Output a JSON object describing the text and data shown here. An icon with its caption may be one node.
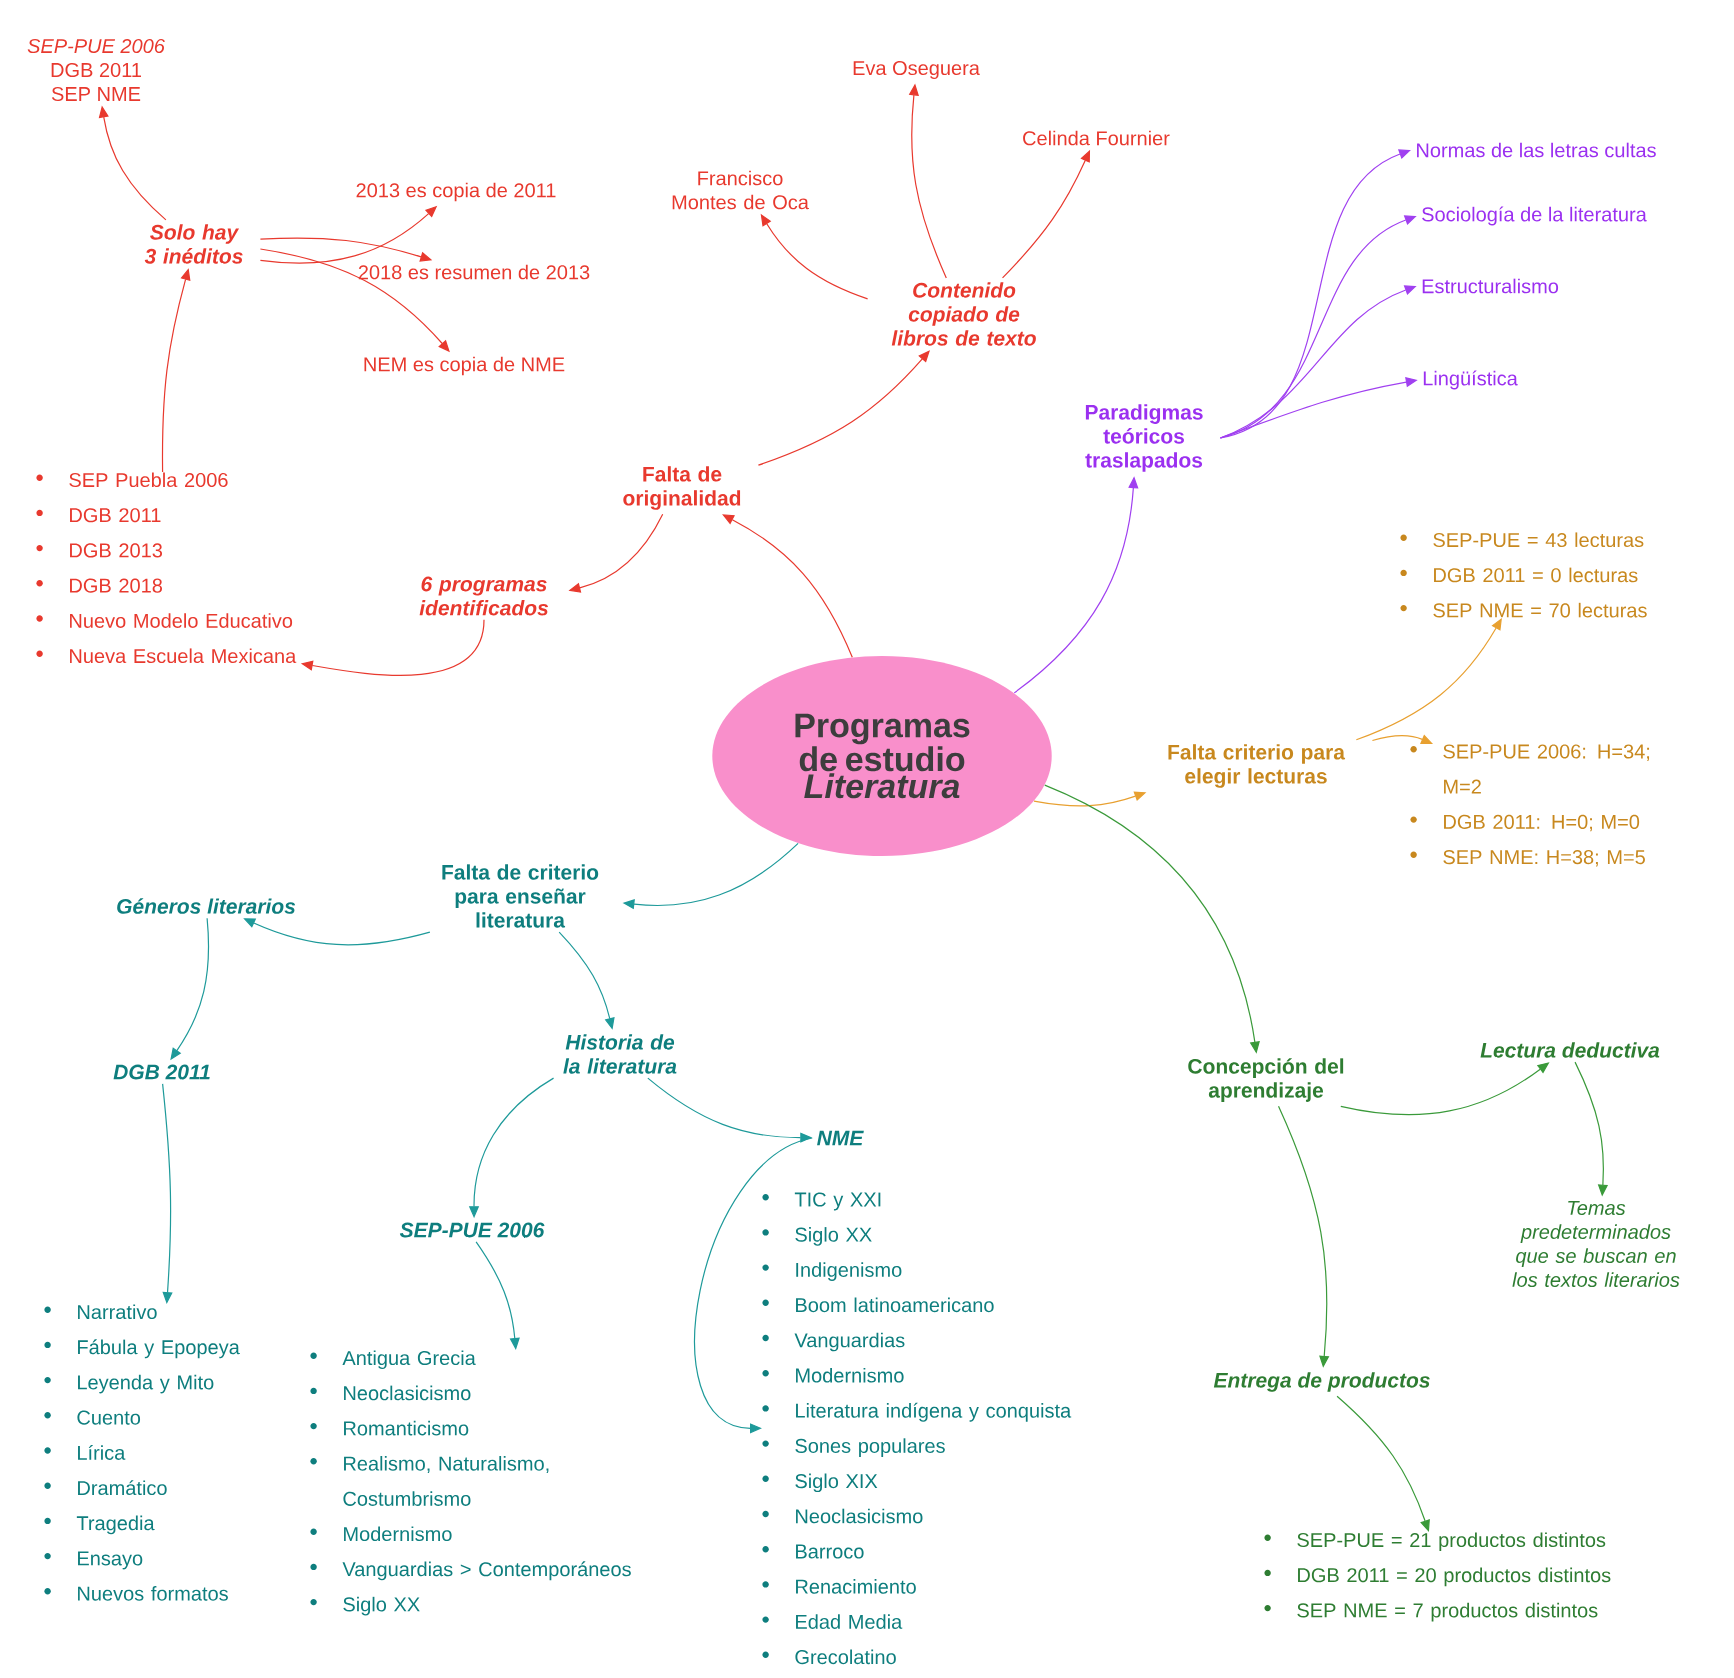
{
  "diagram": {
    "nodes": [
      {
        "text": [
          "Programas de estudio *Literatura*"
        ]
      },
      {
        "text": [
          "Falta de originalidad"
        ]
      },
      {
        "text": [
          "6 programas identificados"
        ]
      },
      {
        "text": [
          "SEP Puebla 2006",
          "DGB 2011",
          "DGB 2013",
          "DGB 2018",
          "Nuevo Modelo Educativo",
          "Nueva Escuela Mexicana"
        ]
      },
      {
        "text": [
          "Solo hay 3 inéditos"
        ]
      },
      {
        "text": [
          "SEP-PUE 2006",
          "DGB 2011",
          "SEP NME"
        ]
      },
      {
        "text": [
          "2013 es copia de 2011"
        ]
      },
      {
        "text": [
          "2018 es resumen de 2013"
        ]
      },
      {
        "text": [
          "NEM es copia de NME"
        ]
      },
      {
        "text": [
          "Contenido copiado de libros de texto"
        ]
      },
      {
        "text": [
          "Francisco Montes de Oca"
        ]
      },
      {
        "text": [
          "Eva Oseguera"
        ]
      },
      {
        "text": [
          "Celinda Fournier"
        ]
      },
      {
        "text": [
          "Paradigmas teóricos traslapados"
        ]
      },
      {
        "text": [
          "Normas de las letras cultas"
        ]
      },
      {
        "text": [
          "Sociología de la literatura"
        ]
      },
      {
        "text": [
          "Estructuralismo"
        ]
      },
      {
        "text": [
          "Lingüística"
        ]
      },
      {
        "text": [
          "Falta criterio para elegir lecturas"
        ]
      },
      {
        "text": [
          "SEP-PUE = 43 lecturas",
          "DGB 2011 = 0 lecturas",
          "SEP NME = 70 lecturas"
        ]
      },
      {
        "text": [
          "SEP-PUE 2006: H=34; M=2",
          "DGB 2011: H=0; M=0",
          "SEP NME: H=38; M=5"
        ]
      },
      {
        "text": [
          "Falta de criterio para enseñar literatura"
        ]
      },
      {
        "text": [
          "Géneros literarios"
        ]
      },
      {
        "text": [
          "DGB 2011"
        ]
      },
      {
        "text": [
          "Narrativo",
          "Fábula y Epopeya",
          "Leyenda y Mito",
          "Cuento",
          "Lírica",
          "Dramático",
          "Tragedia",
          "Ensayo",
          "Nuevos formatos"
        ]
      },
      {
        "text": [
          "Historia de la literatura"
        ]
      },
      {
        "text": [
          "SEP-PUE 2006"
        ]
      },
      {
        "text": [
          "Antigua Grecia",
          "Neoclasicismo",
          "Romanticismo",
          "Realismo, Naturalismo, Costumbrismo",
          "Modernismo",
          "Vanguardias > Contemporáneos",
          "Siglo XX"
        ]
      },
      {
        "text": [
          "NME"
        ]
      },
      {
        "text": [
          "TIC y XXI",
          "Siglo XX",
          "Indigenismo",
          "Boom latinoamericano",
          "Vanguardias",
          "Modernismo",
          "Literatura indígena y conquista",
          "Sones populares",
          "Siglo XIX",
          "Neoclasicismo",
          "Barroco",
          "Renacimiento",
          "Edad Media",
          "Grecolatino"
        ]
      },
      {
        "text": [
          "Concepción del aprendizaje"
        ]
      },
      {
        "text": [
          "Lectura deductiva"
        ]
      },
      {
        "text": [
          "Temas predeterminados que se buscan en los textos literarios"
        ]
      },
      {
        "text": [
          "Entrega de productos"
        ]
      },
      {
        "text": [
          "SEP-PUE = 21 productos distintos",
          "DGB 2011 = 20 productos distintos",
          "SEP NME = 7 productos distintos"
        ]
      }
    ],
    "edges": [
      {
        "from": 0,
        "to": 1,
        "arrow": "to"
      },
      {
        "from": 1,
        "to": 2,
        "arrow": "to"
      },
      {
        "from": 2,
        "to": 3,
        "arrow": "to"
      },
      {
        "from": 3,
        "to": 4,
        "arrow": "to"
      },
      {
        "from": 4,
        "to": 5,
        "arrow": "to"
      },
      {
        "from": 4,
        "to": 6,
        "arrow": "to"
      },
      {
        "from": 4,
        "to": 7,
        "arrow": "to"
      },
      {
        "from": 4,
        "to": 8,
        "arrow": "to"
      },
      {
        "from": 1,
        "to": 9,
        "arrow": "to"
      },
      {
        "from": 9,
        "to": 10,
        "arrow": "to"
      },
      {
        "from": 9,
        "to": 11,
        "arrow": "to"
      },
      {
        "from": 9,
        "to": 12,
        "arrow": "to"
      },
      {
        "from": 0,
        "to": 13,
        "arrow": "to",
        "color": "#a040f0"
      },
      {
        "from": 13,
        "to": 14,
        "arrow": "to",
        "color": "#a040f0"
      },
      {
        "from": 13,
        "to": 15,
        "arrow": "to",
        "color": "#a040f0"
      },
      {
        "from": 13,
        "to": 16,
        "arrow": "to",
        "color": "#a040f0"
      },
      {
        "from": 13,
        "to": 17,
        "arrow": "to",
        "color": "#a040f0"
      },
      {
        "from": 0,
        "to": 18,
        "arrow": "to",
        "color": "#e8a030"
      },
      {
        "from": 18,
        "to": 19,
        "arrow": "to",
        "color": "#e8a030"
      },
      {
        "from": 18,
        "to": 20,
        "arrow": "to",
        "color": "#e8a030"
      },
      {
        "from": 0,
        "to": 21,
        "arrow": "to",
        "color": "#1e9a9a"
      },
      {
        "from": 21,
        "to": 22,
        "arrow": "to",
        "color": "#1e9a9a"
      },
      {
        "from": 21,
        "to": 25,
        "arrow": "to",
        "color": "#1e9a9a"
      },
      {
        "from": 22,
        "to": 23,
        "arrow": "to",
        "color": "#1e9a9a"
      },
      {
        "from": 23,
        "to": 24,
        "arrow": "to",
        "color": "#1e9a9a"
      },
      {
        "from": 25,
        "to": 26,
        "arrow": "to",
        "color": "#1e9a9a"
      },
      {
        "from": 25,
        "to": 28,
        "arrow": "to",
        "color": "#1e9a9a"
      },
      {
        "from": 26,
        "to": 27,
        "arrow": "to",
        "color": "#1e9a9a"
      },
      {
        "from": 28,
        "to": 29,
        "arrow": "to",
        "color": "#1e9a9a"
      },
      {
        "from": 0,
        "to": 30,
        "arrow": "to",
        "color": "#3a9a3a"
      },
      {
        "from": 30,
        "to": 31,
        "arrow": "to",
        "color": "#3a9a3a"
      },
      {
        "from": 30,
        "to": 33,
        "arrow": "to",
        "color": "#3a9a3a"
      },
      {
        "from": 31,
        "to": 32,
        "arrow": "to",
        "color": "#3a9a3a"
      },
      {
        "from": 33,
        "to": 34,
        "arrow": "to",
        "color": "#3a9a3a"
      }
    ]
  }
}
